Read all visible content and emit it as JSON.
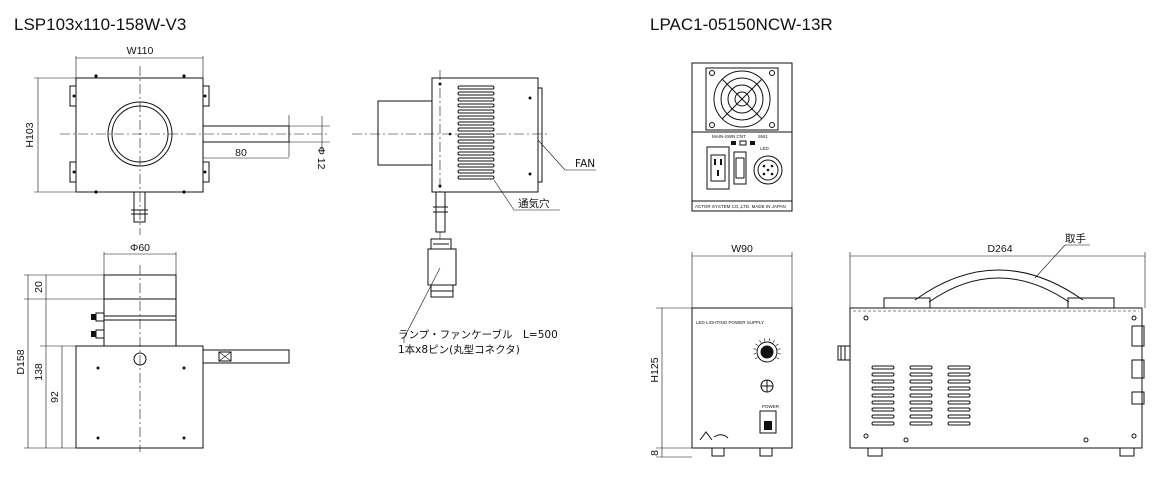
{
  "titles": {
    "lamp_model": "LSP103x110-158W-V3",
    "power_model": "LPAC1-05150NCW-13R"
  },
  "lamp_dims": {
    "width": "W110",
    "height": "H103",
    "arm_length": "80",
    "arm_diameter": "Φ 12",
    "lamp_diameter": "Φ60",
    "total_height": "D158",
    "height_138": "138",
    "height_92": "92",
    "height_20": "20"
  },
  "callouts": {
    "fan": "FAN",
    "vent": "通気穴",
    "cable_line1": "ランプ・ファンケーブル　L=500",
    "cable_line2": "1本x8ピン(丸型コネクタ)",
    "handle": "取手"
  },
  "power_dims": {
    "width": "W90",
    "height": "H125",
    "foot": "8",
    "depth": "D264"
  },
  "panel_text": {
    "front_label": "LED LIGHTING POWER SUPPLY",
    "power_switch": "POWER",
    "rear_main": "MAIN-SWN CNT",
    "rear_sw": "SW1",
    "rear_led": "LED",
    "rear_maker": "ACTOR SYSTEM CO.,LTD. MADE IN JAPAN"
  },
  "colors": {
    "line": "#111111",
    "background": "#ffffff"
  }
}
